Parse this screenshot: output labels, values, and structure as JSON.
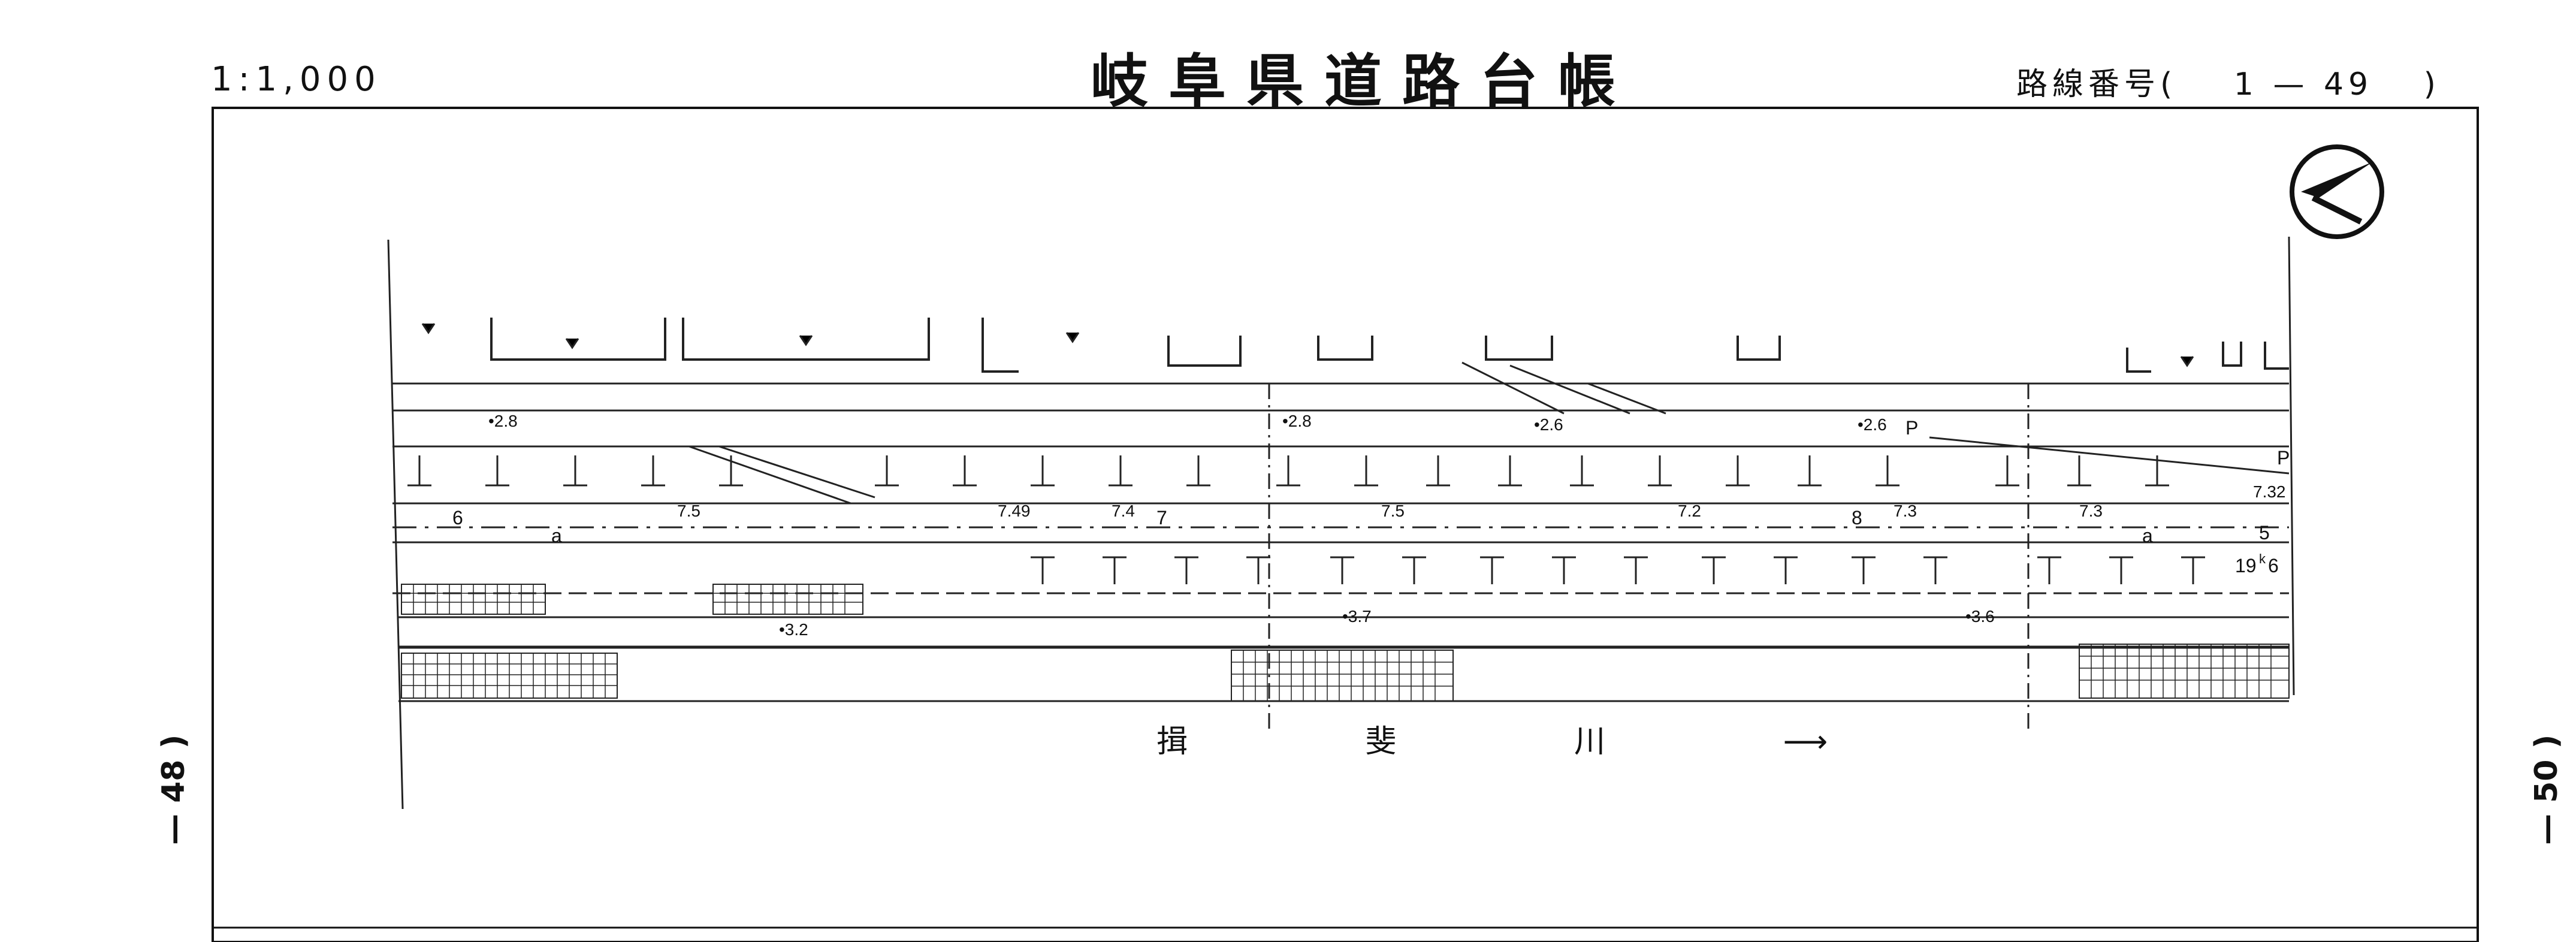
{
  "header": {
    "scale": "1:1,000",
    "title": "岐阜県道路台帳",
    "route_label": "路線番号(",
    "route_number": "1 — 49",
    "route_close": ")"
  },
  "sheet_refs": {
    "left": "— 48 )",
    "right": "— 50 )"
  },
  "map": {
    "river_label": "揖 斐 川 ⟶",
    "elevations": [
      "2.8",
      "2.8",
      "2.6",
      "2.6",
      "3.2",
      "3.7",
      "3.6",
      "7.5",
      "7.49",
      "7.4",
      "7.5",
      "7.2",
      "7.3",
      "7.3",
      "7.32"
    ],
    "road_marks": [
      "6",
      "7",
      "8",
      "a",
      "a",
      "19",
      "6",
      "5",
      "P",
      "P",
      "k"
    ]
  },
  "icons": {
    "north_arrow": "north-arrow-icon"
  }
}
